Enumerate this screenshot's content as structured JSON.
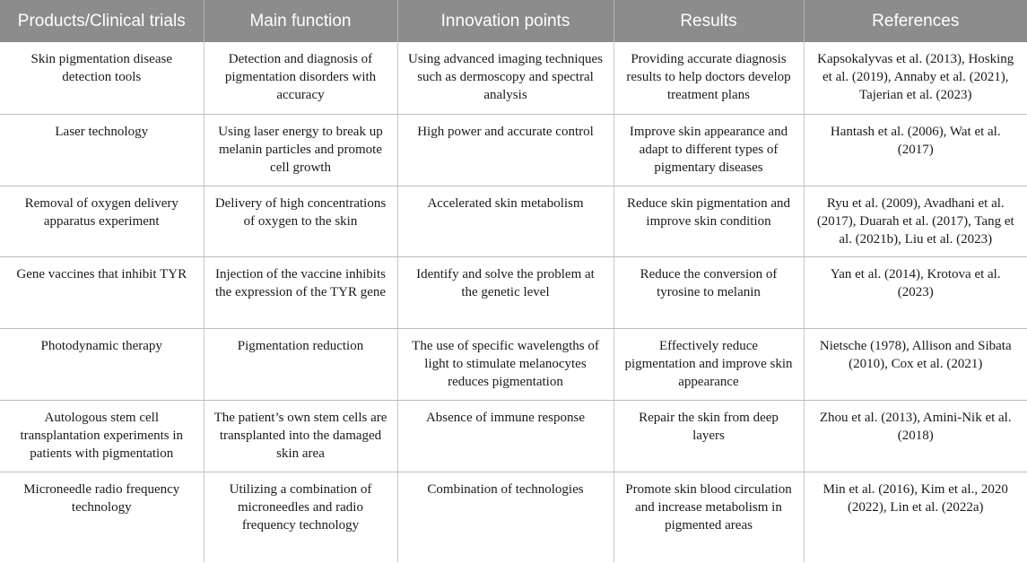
{
  "table": {
    "headers": [
      "Products/Clinical trials",
      "Main function",
      "Innovation points",
      "Results",
      "References"
    ],
    "rows": [
      [
        "Skin pigmentation disease detection tools",
        "Detection and diagnosis of pigmentation disorders with accuracy",
        "Using advanced imaging techniques such as dermoscopy and spectral analysis",
        "Providing accurate diagnosis results to help doctors develop treatment plans",
        "Kapsokalyvas et al. (2013), Hosking et al. (2019), Annaby et al. (2021), Tajerian et al. (2023)"
      ],
      [
        "Laser technology",
        "Using laser energy to break up melanin particles and promote cell growth",
        "High power and accurate control",
        "Improve skin appearance and adapt to different types of pigmentary diseases",
        "Hantash et al. (2006), Wat et al. (2017)"
      ],
      [
        "Removal of oxygen delivery apparatus experiment",
        "Delivery of high concentrations of oxygen to the skin",
        "Accelerated skin metabolism",
        "Reduce skin pigmentation and improve skin condition",
        "Ryu et al. (2009), Avadhani et al. (2017), Duarah et al. (2017), Tang et al. (2021b), Liu et al. (2023)"
      ],
      [
        "Gene vaccines that inhibit TYR",
        "Injection of the vaccine inhibits the expression of the TYR gene",
        "Identify and solve the problem at the genetic level",
        "Reduce the conversion of tyrosine to melanin",
        "Yan et al. (2014), Krotova et al. (2023)"
      ],
      [
        "Photodynamic therapy",
        "Pigmentation reduction",
        "The use of specific wavelengths of light to stimulate melanocytes reduces pigmentation",
        "Effectively reduce pigmentation and improve skin appearance",
        "Nietsche (1978), Allison and Sibata (2010), Cox et al. (2021)"
      ],
      [
        "Autologous stem cell transplantation experiments in patients with pigmentation",
        "The patient’s own stem cells are transplanted into the damaged skin area",
        "Absence of immune response",
        "Repair the skin from deep layers",
        "Zhou et al. (2013), Amini-Nik et al. (2018)"
      ],
      [
        "Microneedle radio frequency technology",
        "Utilizing a combination of microneedles and radio frequency technology",
        "Combination of technologies",
        "Promote skin blood circulation and increase metabolism in pigmented areas",
        "Min et al. (2016), Kim et al., 2020 (2022), Lin et al. (2022a)"
      ]
    ]
  }
}
